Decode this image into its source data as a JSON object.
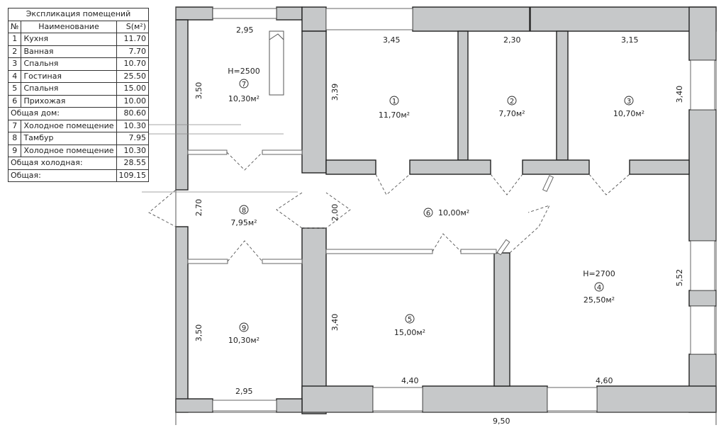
{
  "table": {
    "title": "Экспликация помещений",
    "headers": {
      "no": "№",
      "name": "Наименование",
      "area": "S(м²)"
    },
    "rows": [
      {
        "no": "1",
        "name": "Кухня",
        "area": "11.70"
      },
      {
        "no": "2",
        "name": "Ванная",
        "area": "7.70"
      },
      {
        "no": "3",
        "name": "Спальня",
        "area": "10.70"
      },
      {
        "no": "4",
        "name": "Гостиная",
        "area": "25.50"
      },
      {
        "no": "5",
        "name": "Спальня",
        "area": "15.00"
      },
      {
        "no": "6",
        "name": "Прихожая",
        "area": "10.00"
      }
    ],
    "total_house": {
      "label": "Общая дом:",
      "area": "80.60"
    },
    "cold_rows": [
      {
        "no": "7",
        "name": "Холодное помещение",
        "area": "10.30"
      },
      {
        "no": "8",
        "name": "Тамбур",
        "area": "7.95"
      },
      {
        "no": "9",
        "name": "Холодное помещение",
        "area": "10.30"
      }
    ],
    "total_cold": {
      "label": "Общая холодная:",
      "area": "28.55"
    },
    "total": {
      "label": "Общая:",
      "area": "109.15"
    }
  },
  "plan": {
    "rooms": {
      "r1": {
        "num": "1",
        "area": "11,70м²"
      },
      "r2": {
        "num": "2",
        "area": "7,70м²"
      },
      "r3": {
        "num": "3",
        "area": "10,70м²"
      },
      "r4": {
        "num": "4",
        "area": "25,50м²",
        "height": "H=2700"
      },
      "r5": {
        "num": "5",
        "area": "15,00м²"
      },
      "r6": {
        "num": "6",
        "area": "10,00м²"
      },
      "r7": {
        "num": "7",
        "area": "10,30м²",
        "height": "H=2500"
      },
      "r8": {
        "num": "8",
        "area": "7,95м²"
      },
      "r9": {
        "num": "9",
        "area": "10,30м²"
      }
    },
    "dims": {
      "r7_top": "2,95",
      "r7_side": "3,50",
      "r1_top": "3,45",
      "r1_side": "3,39",
      "r2_top": "2,30",
      "r3_top": "3,15",
      "r3_side": "3,40",
      "r8_side": "2,70",
      "r6_side": "2,00",
      "r4_side": "5,52",
      "r4_bottom": "4,60",
      "r5_side": "3,40",
      "r5_bottom": "4,40",
      "r9_side": "3,50",
      "r9_bottom": "2,95",
      "overall": "9,50"
    }
  }
}
